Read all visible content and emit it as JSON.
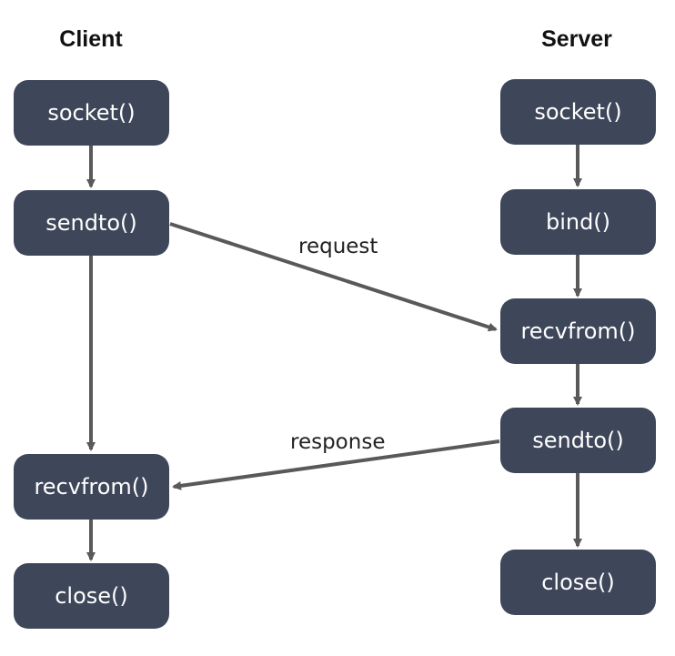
{
  "colors": {
    "node_fill": "#3e4659",
    "node_text": "#ffffff",
    "arrow": "#595959",
    "title_text": "#111111"
  },
  "client": {
    "title": "Client",
    "nodes": [
      {
        "id": "client-socket",
        "label": "socket()"
      },
      {
        "id": "client-sendto",
        "label": "sendto()"
      },
      {
        "id": "client-recvfrom",
        "label": "recvfrom()"
      },
      {
        "id": "client-close",
        "label": "close()"
      }
    ]
  },
  "server": {
    "title": "Server",
    "nodes": [
      {
        "id": "server-socket",
        "label": "socket()"
      },
      {
        "id": "server-bind",
        "label": "bind()"
      },
      {
        "id": "server-recvfrom",
        "label": "recvfrom()"
      },
      {
        "id": "server-sendto",
        "label": "sendto()"
      },
      {
        "id": "server-close",
        "label": "close()"
      }
    ]
  },
  "messages": {
    "request": "request",
    "response": "response"
  },
  "edges": [
    {
      "from": "client-socket",
      "to": "client-sendto"
    },
    {
      "from": "client-sendto",
      "to": "client-recvfrom"
    },
    {
      "from": "client-recvfrom",
      "to": "client-close"
    },
    {
      "from": "server-socket",
      "to": "server-bind"
    },
    {
      "from": "server-bind",
      "to": "server-recvfrom"
    },
    {
      "from": "server-recvfrom",
      "to": "server-sendto"
    },
    {
      "from": "server-sendto",
      "to": "server-close"
    },
    {
      "from": "client-sendto",
      "to": "server-recvfrom",
      "label": "request"
    },
    {
      "from": "server-sendto",
      "to": "client-recvfrom",
      "label": "response"
    }
  ]
}
